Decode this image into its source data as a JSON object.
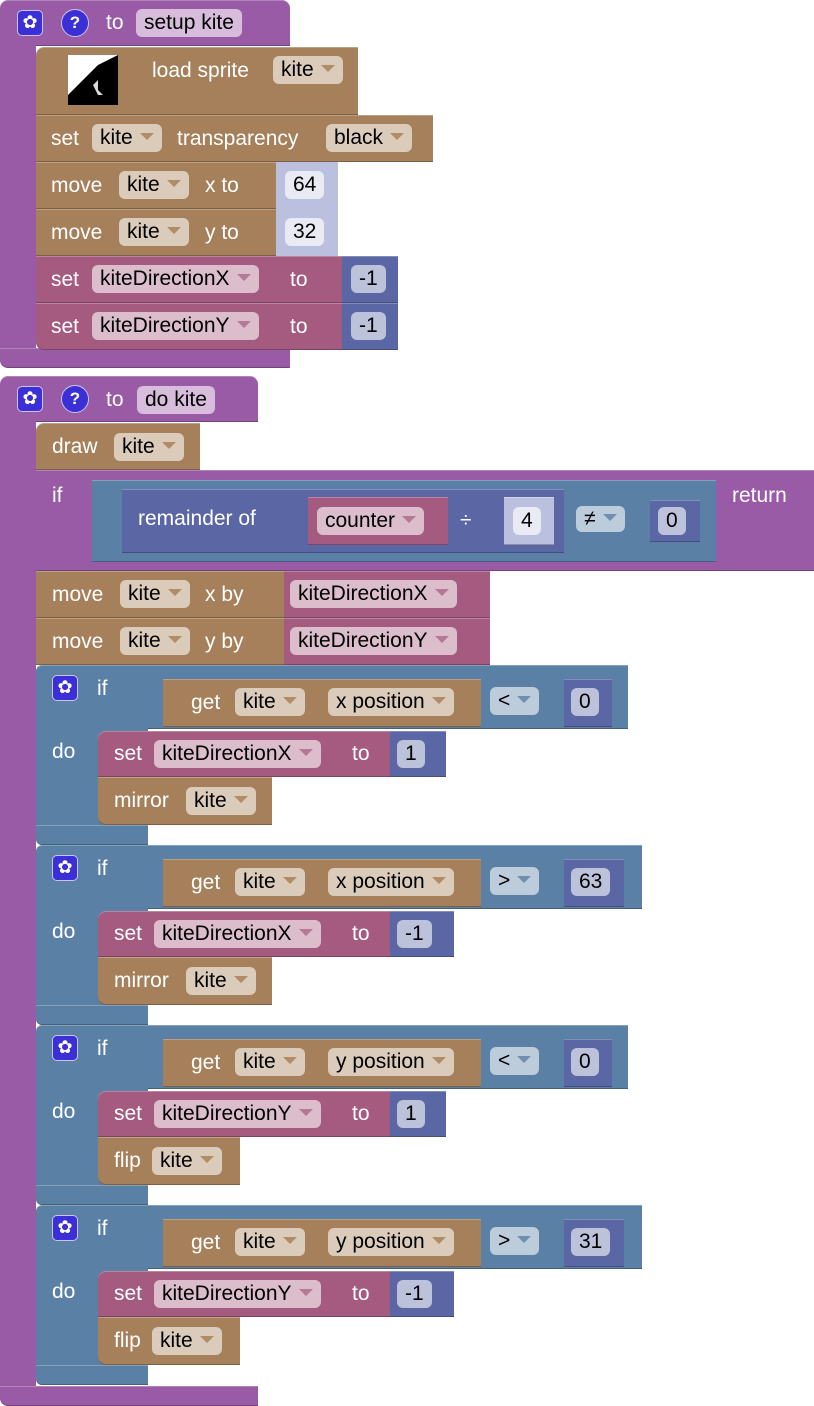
{
  "functions": [
    {
      "keyword": "to",
      "name": "setup kite",
      "icons": [
        "gear-icon",
        "help-icon"
      ],
      "statements": {
        "load_sprite": {
          "label": "load sprite",
          "sprite": "kite",
          "thumbnail": "kite-sprite-thumbnail"
        },
        "set_transparency": {
          "set": "set",
          "sprite": "kite",
          "label": "transparency",
          "color": "black"
        },
        "move_x": {
          "label": "move",
          "sprite": "kite",
          "axis_label": "x to",
          "value": "64"
        },
        "move_y": {
          "label": "move",
          "sprite": "kite",
          "axis_label": "y to",
          "value": "32"
        },
        "set_dir_x": {
          "label": "set",
          "variable": "kiteDirectionX",
          "to": "to",
          "value": "-1"
        },
        "set_dir_y": {
          "label": "set",
          "variable": "kiteDirectionY",
          "to": "to",
          "value": "-1"
        }
      }
    },
    {
      "keyword": "to",
      "name": "do kite",
      "icons": [
        "gear-icon",
        "help-icon"
      ],
      "statements": {
        "draw": {
          "label": "draw",
          "sprite": "kite"
        },
        "if_return": {
          "if": "if",
          "remainder_label": "remainder of",
          "variable": "counter",
          "divide_symbol": "÷",
          "divisor": "4",
          "operator": "≠",
          "compare_value": "0",
          "return_label": "return"
        },
        "move_x_by": {
          "label": "move",
          "sprite": "kite",
          "axis_label": "x by",
          "variable": "kiteDirectionX"
        },
        "move_y_by": {
          "label": "move",
          "sprite": "kite",
          "axis_label": "y by",
          "variable": "kiteDirectionY"
        },
        "if_blocks": [
          {
            "if": "if",
            "do": "do",
            "get": "get",
            "sprite": "kite",
            "property": "x position",
            "operator": "<",
            "value": "0",
            "set": "set",
            "variable": "kiteDirectionX",
            "to": "to",
            "set_value": "1",
            "action": "mirror",
            "action_sprite": "kite"
          },
          {
            "if": "if",
            "do": "do",
            "get": "get",
            "sprite": "kite",
            "property": "x position",
            "operator": ">",
            "value": "63",
            "set": "set",
            "variable": "kiteDirectionX",
            "to": "to",
            "set_value": "-1",
            "action": "mirror",
            "action_sprite": "kite"
          },
          {
            "if": "if",
            "do": "do",
            "get": "get",
            "sprite": "kite",
            "property": "y position",
            "operator": "<",
            "value": "0",
            "set": "set",
            "variable": "kiteDirectionY",
            "to": "to",
            "set_value": "1",
            "action": "flip",
            "action_sprite": "kite"
          },
          {
            "if": "if",
            "do": "do",
            "get": "get",
            "sprite": "kite",
            "property": "y position",
            "operator": ">",
            "value": "31",
            "set": "set",
            "variable": "kiteDirectionY",
            "to": "to",
            "set_value": "-1",
            "action": "flip",
            "action_sprite": "kite"
          }
        ]
      }
    }
  ],
  "colors": {
    "procedure": "#995ba5",
    "sprite": "#a5805b",
    "variable": "#a55b80",
    "logic": "#5b80a5",
    "math": "#5b67a5",
    "icon": "#3b2fd6"
  }
}
